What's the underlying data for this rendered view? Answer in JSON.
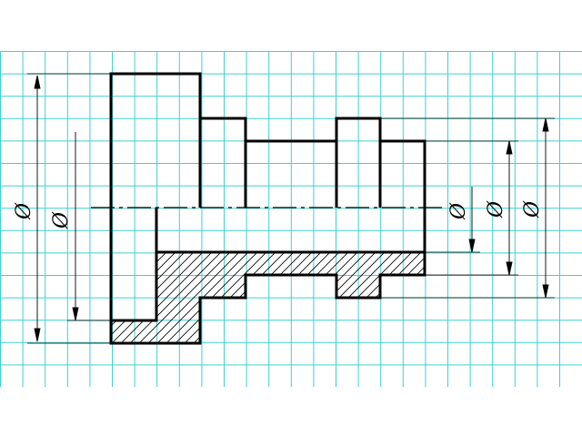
{
  "colors": {
    "background": "#ffffff",
    "grid": "#3fd0d0",
    "outline": "#000000",
    "hatch": "#000000"
  },
  "grid": {
    "style": "square-graph-paper"
  },
  "labels": {
    "dia_1": "Ø",
    "dia_2": "Ø",
    "dia_3": "Ø",
    "dia_4": "Ø",
    "dia_5": "Ø"
  }
}
